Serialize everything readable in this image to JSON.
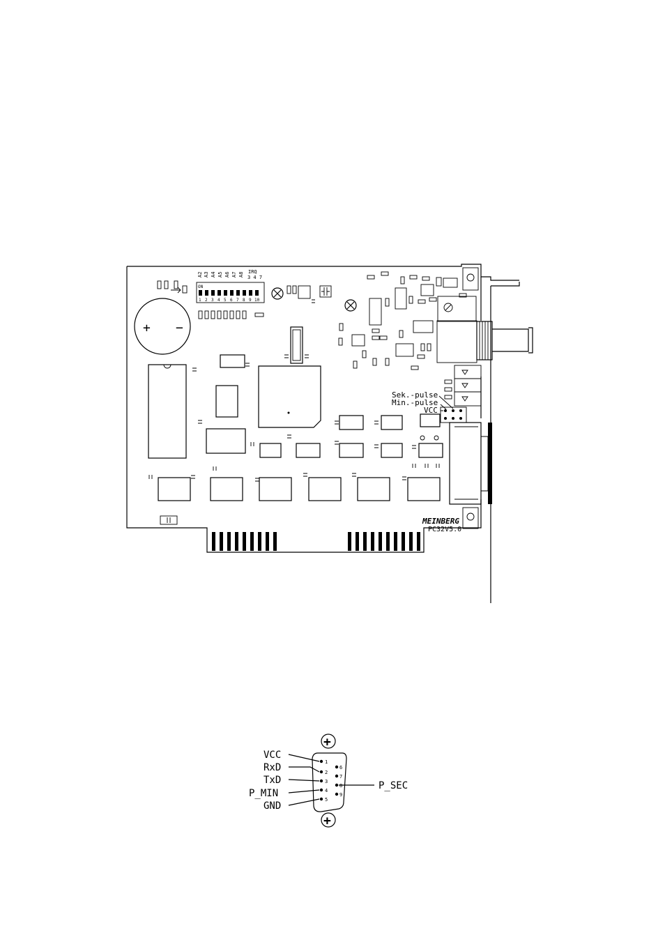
{
  "board": {
    "dip_labels": [
      "A2",
      "A3",
      "A4",
      "A5",
      "A6",
      "A7",
      "A8"
    ],
    "irq_label": "IRQ",
    "irq_values": "3 4 7",
    "dip_on": "ON",
    "dip_numbers": [
      "1",
      "2",
      "3",
      "4",
      "5",
      "6",
      "7",
      "8",
      "9",
      "10"
    ],
    "battery_plus": "+",
    "battery_minus": "−",
    "label_sek": "Sek.-pulse",
    "label_min": "Min.-pulse",
    "label_vcc": "VCC",
    "brand": "MEINBERG",
    "model": "PC32V5.0"
  },
  "connector": {
    "left_signals": [
      "VCC",
      "RxD",
      "TxD",
      "P_MIN",
      "GND"
    ],
    "right_signal": "P_SEC",
    "pins_left": [
      "1",
      "2",
      "3",
      "4",
      "5"
    ],
    "pins_right": [
      "6",
      "7",
      "8",
      "9"
    ],
    "screw_symbol": "+"
  },
  "colors": {
    "ink": "#000000",
    "paper": "#ffffff"
  }
}
